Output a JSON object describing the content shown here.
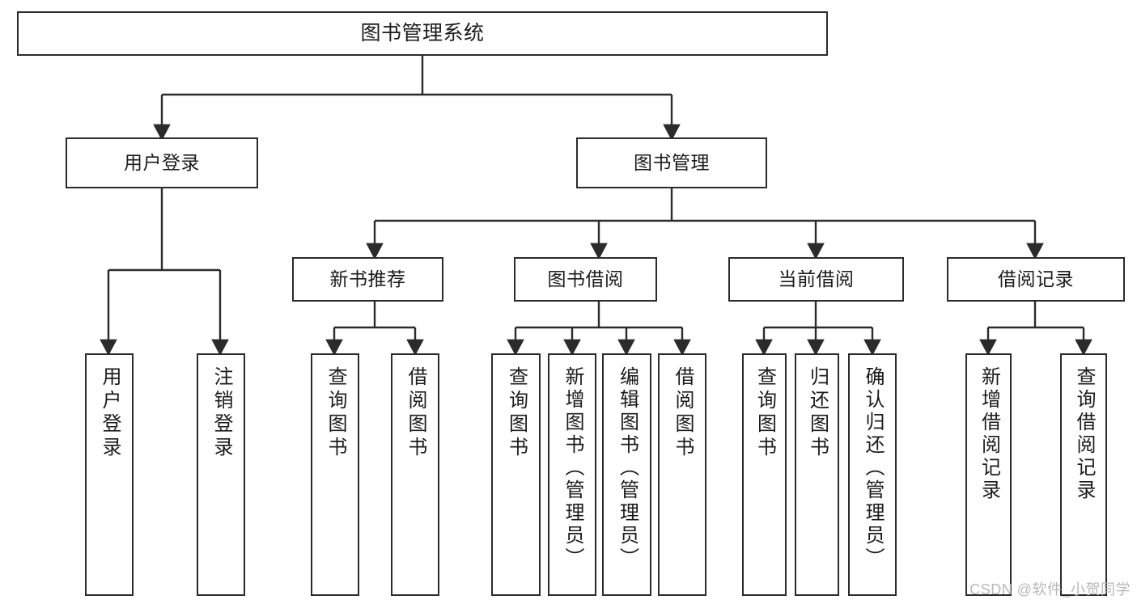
{
  "diagram": {
    "title": "图书管理系统",
    "type": "tree",
    "watermark": "CSDN @软件_小贺同学",
    "colors": {
      "border": "#2b2b2b",
      "background": "#ffffff",
      "text": "#1b1b1b",
      "edge": "#2b2b2b",
      "watermark": "#b8b8b8"
    },
    "root": {
      "label": "图书管理系统"
    },
    "level1": [
      {
        "label": "用户登录"
      },
      {
        "label": "图书管理"
      }
    ],
    "level2": [
      {
        "label": "新书推荐"
      },
      {
        "label": "图书借阅"
      },
      {
        "label": "当前借阅"
      },
      {
        "label": "借阅记录"
      }
    ],
    "leaves": {
      "user_login": [
        {
          "label": "用户登录"
        },
        {
          "label": "注销登录"
        }
      ],
      "new_book_recommend": [
        {
          "label": "查询图书"
        },
        {
          "label": "借阅图书"
        }
      ],
      "book_borrow": [
        {
          "label": "查询图书"
        },
        {
          "label": "新增图书（管理员）"
        },
        {
          "label": "编辑图书（管理员）"
        },
        {
          "label": "借阅图书"
        }
      ],
      "current_borrow": [
        {
          "label": "查询图书"
        },
        {
          "label": "归还图书"
        },
        {
          "label": "确认归还（管理员）"
        }
      ],
      "borrow_record": [
        {
          "label": "新增借阅记录"
        },
        {
          "label": "查询借阅记录"
        }
      ]
    }
  }
}
